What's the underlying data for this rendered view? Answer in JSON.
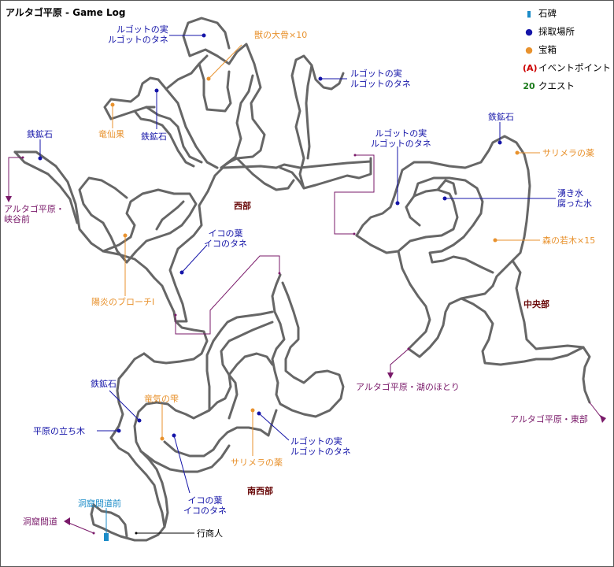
{
  "title": "アルタゴ平原 - Game Log",
  "legend": [
    {
      "mark": "▮",
      "label": "石碑",
      "color": "#1c8cc8",
      "name": "legend-stone"
    },
    {
      "mark": "●",
      "label": "採取場所",
      "color": "#1414a8",
      "name": "legend-gather"
    },
    {
      "mark": "●",
      "label": "宝箱",
      "color": "#e8922e",
      "name": "legend-chest"
    },
    {
      "mark": "(A)",
      "label": "イベントポイント",
      "color": "#cc0000",
      "name": "legend-event"
    },
    {
      "mark": "20",
      "label": "クエスト",
      "color": "#1a7a1a",
      "name": "legend-quest"
    }
  ],
  "regions": {
    "west": "西部",
    "central": "中央部",
    "southwest": "南西部"
  },
  "gather": {
    "lugot_nw_1": "ルゴットの実",
    "lugot_nw_2": "ルゴットのタネ",
    "lugot_n_1": "ルゴットの実",
    "lugot_n_2": "ルゴットのタネ",
    "lugot_c_1": "ルゴットの実",
    "lugot_c_2": "ルゴットのタネ",
    "lugot_sw_1": "ルゴットの実",
    "lugot_sw_2": "ルゴットのタネ",
    "ore_w": "鉄鉱石",
    "ore_nw": "鉄鉱石",
    "ore_c": "鉄鉱石",
    "ore_sw": "鉄鉱石",
    "iko_w_1": "イコの葉",
    "iko_w_2": "イコのタネ",
    "iko_sw_1": "イコの葉",
    "iko_sw_2": "イコのタネ",
    "spring_1": "湧き水",
    "spring_2": "腐った水",
    "tree": "平原の立ち木"
  },
  "chests": {
    "bone": "獣の大骨×10",
    "dragon_fruit": "竜仙果",
    "salimera_c": "サリメラの薬",
    "young_tree": "森の若木×15",
    "brooch": "陽炎のブローチI",
    "dragon_drop": "竜気の雫",
    "salimera_sw": "サリメラの薬"
  },
  "exits": {
    "canyon_1": "アルタゴ平原・",
    "canyon_2": "峡谷前",
    "lake": "アルタゴ平原・湖のほとり",
    "east": "アルタゴ平原・東部",
    "cave": "洞窟間道"
  },
  "stone": "洞窟間道前",
  "merchant": "行商人"
}
